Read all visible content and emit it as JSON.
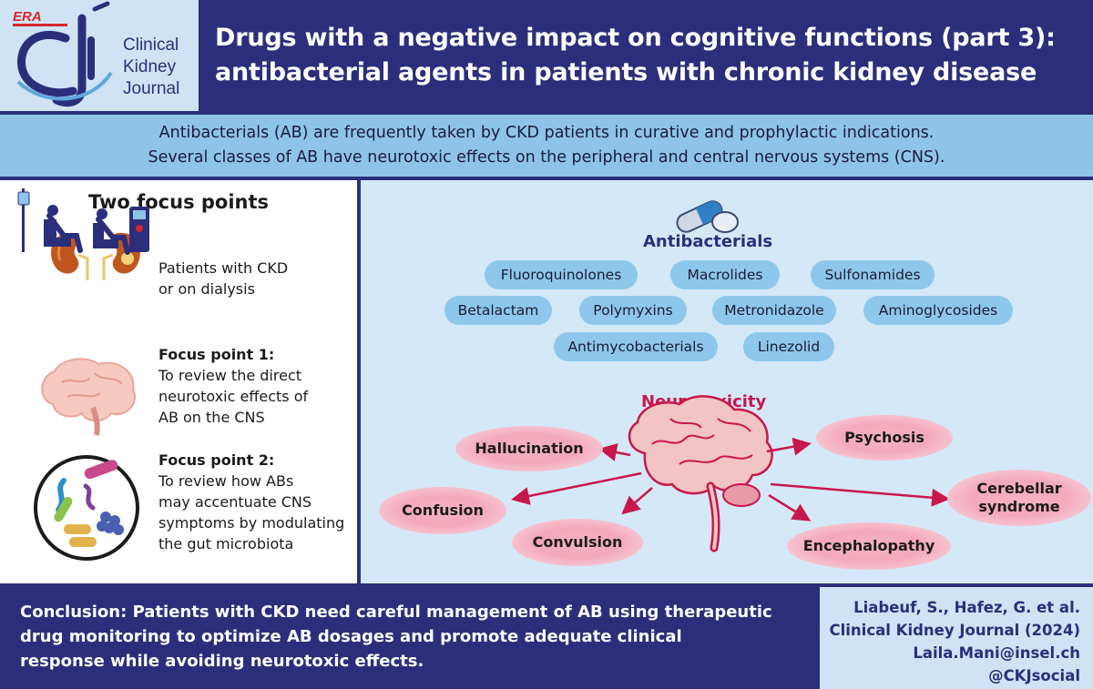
{
  "header": {
    "society": "ERA",
    "journal_name": [
      "Clinical",
      "Kidney",
      "Journal"
    ],
    "title_line1": "Drugs with a negative impact on cognitive functions (part 3):",
    "title_line2": "antibacterial agents in patients with chronic kidney disease"
  },
  "intro": {
    "line1": "Antibacterials (AB) are frequently taken by CKD patients in curative and prophylactic indications.",
    "line2": "Several classes of AB have neurotoxic effects on the peripheral and central nervous systems (CNS)."
  },
  "focus": {
    "heading": "Two focus points",
    "population": [
      "Patients with CKD",
      "or on dialysis"
    ],
    "point1_title": "Focus point 1:",
    "point1_lines": [
      "To review the direct",
      "neurotoxic effects of",
      "AB on the CNS"
    ],
    "point2_title": "Focus point 2:",
    "point2_lines": [
      "To review how ABs",
      "may accentuate CNS",
      "symptoms by modulating",
      "the gut microbiota"
    ]
  },
  "antibacterials": {
    "title": "Antibacterials",
    "classes": [
      "Fluoroquinolones",
      "Macrolides",
      "Sulfonamides",
      "Betalactam",
      "Polymyxins",
      "Metronidazole",
      "Aminoglycosides",
      "Antimycobacterials",
      "Linezolid"
    ]
  },
  "neurotoxicity": {
    "title": "Neurotoxicity",
    "effects": [
      "Hallucination",
      "Psychosis",
      "Cerebellar syndrome",
      "Confusion",
      "Convulsion",
      "Encephalopathy"
    ]
  },
  "conclusion": {
    "line1": "Conclusion: Patients with CKD need careful management of AB using therapeutic",
    "line2": "drug monitoring to optimize AB dosages and promote adequate clinical",
    "line3": "response while avoiding neurotoxic effects."
  },
  "citation": {
    "authors": "Liabeuf, S., Hafez, G. et al.",
    "journal": "Clinical Kidney Journal (2024)",
    "email": "Laila.Mani@insel.ch",
    "social": "@CKJsocial"
  },
  "colors": {
    "navy": "#2b2f7b",
    "light_blue": "#8ec4e8",
    "panel_blue": "#d5e8f7",
    "pill": "#8ec7ec",
    "pink": "#f4a8bc",
    "crimson": "#c8174b"
  },
  "icons": [
    "kidney-icon",
    "dialysis-patient-icon",
    "brain-icon",
    "bacteria-icon",
    "capsule-pill-icon",
    "brain-red-icon"
  ]
}
